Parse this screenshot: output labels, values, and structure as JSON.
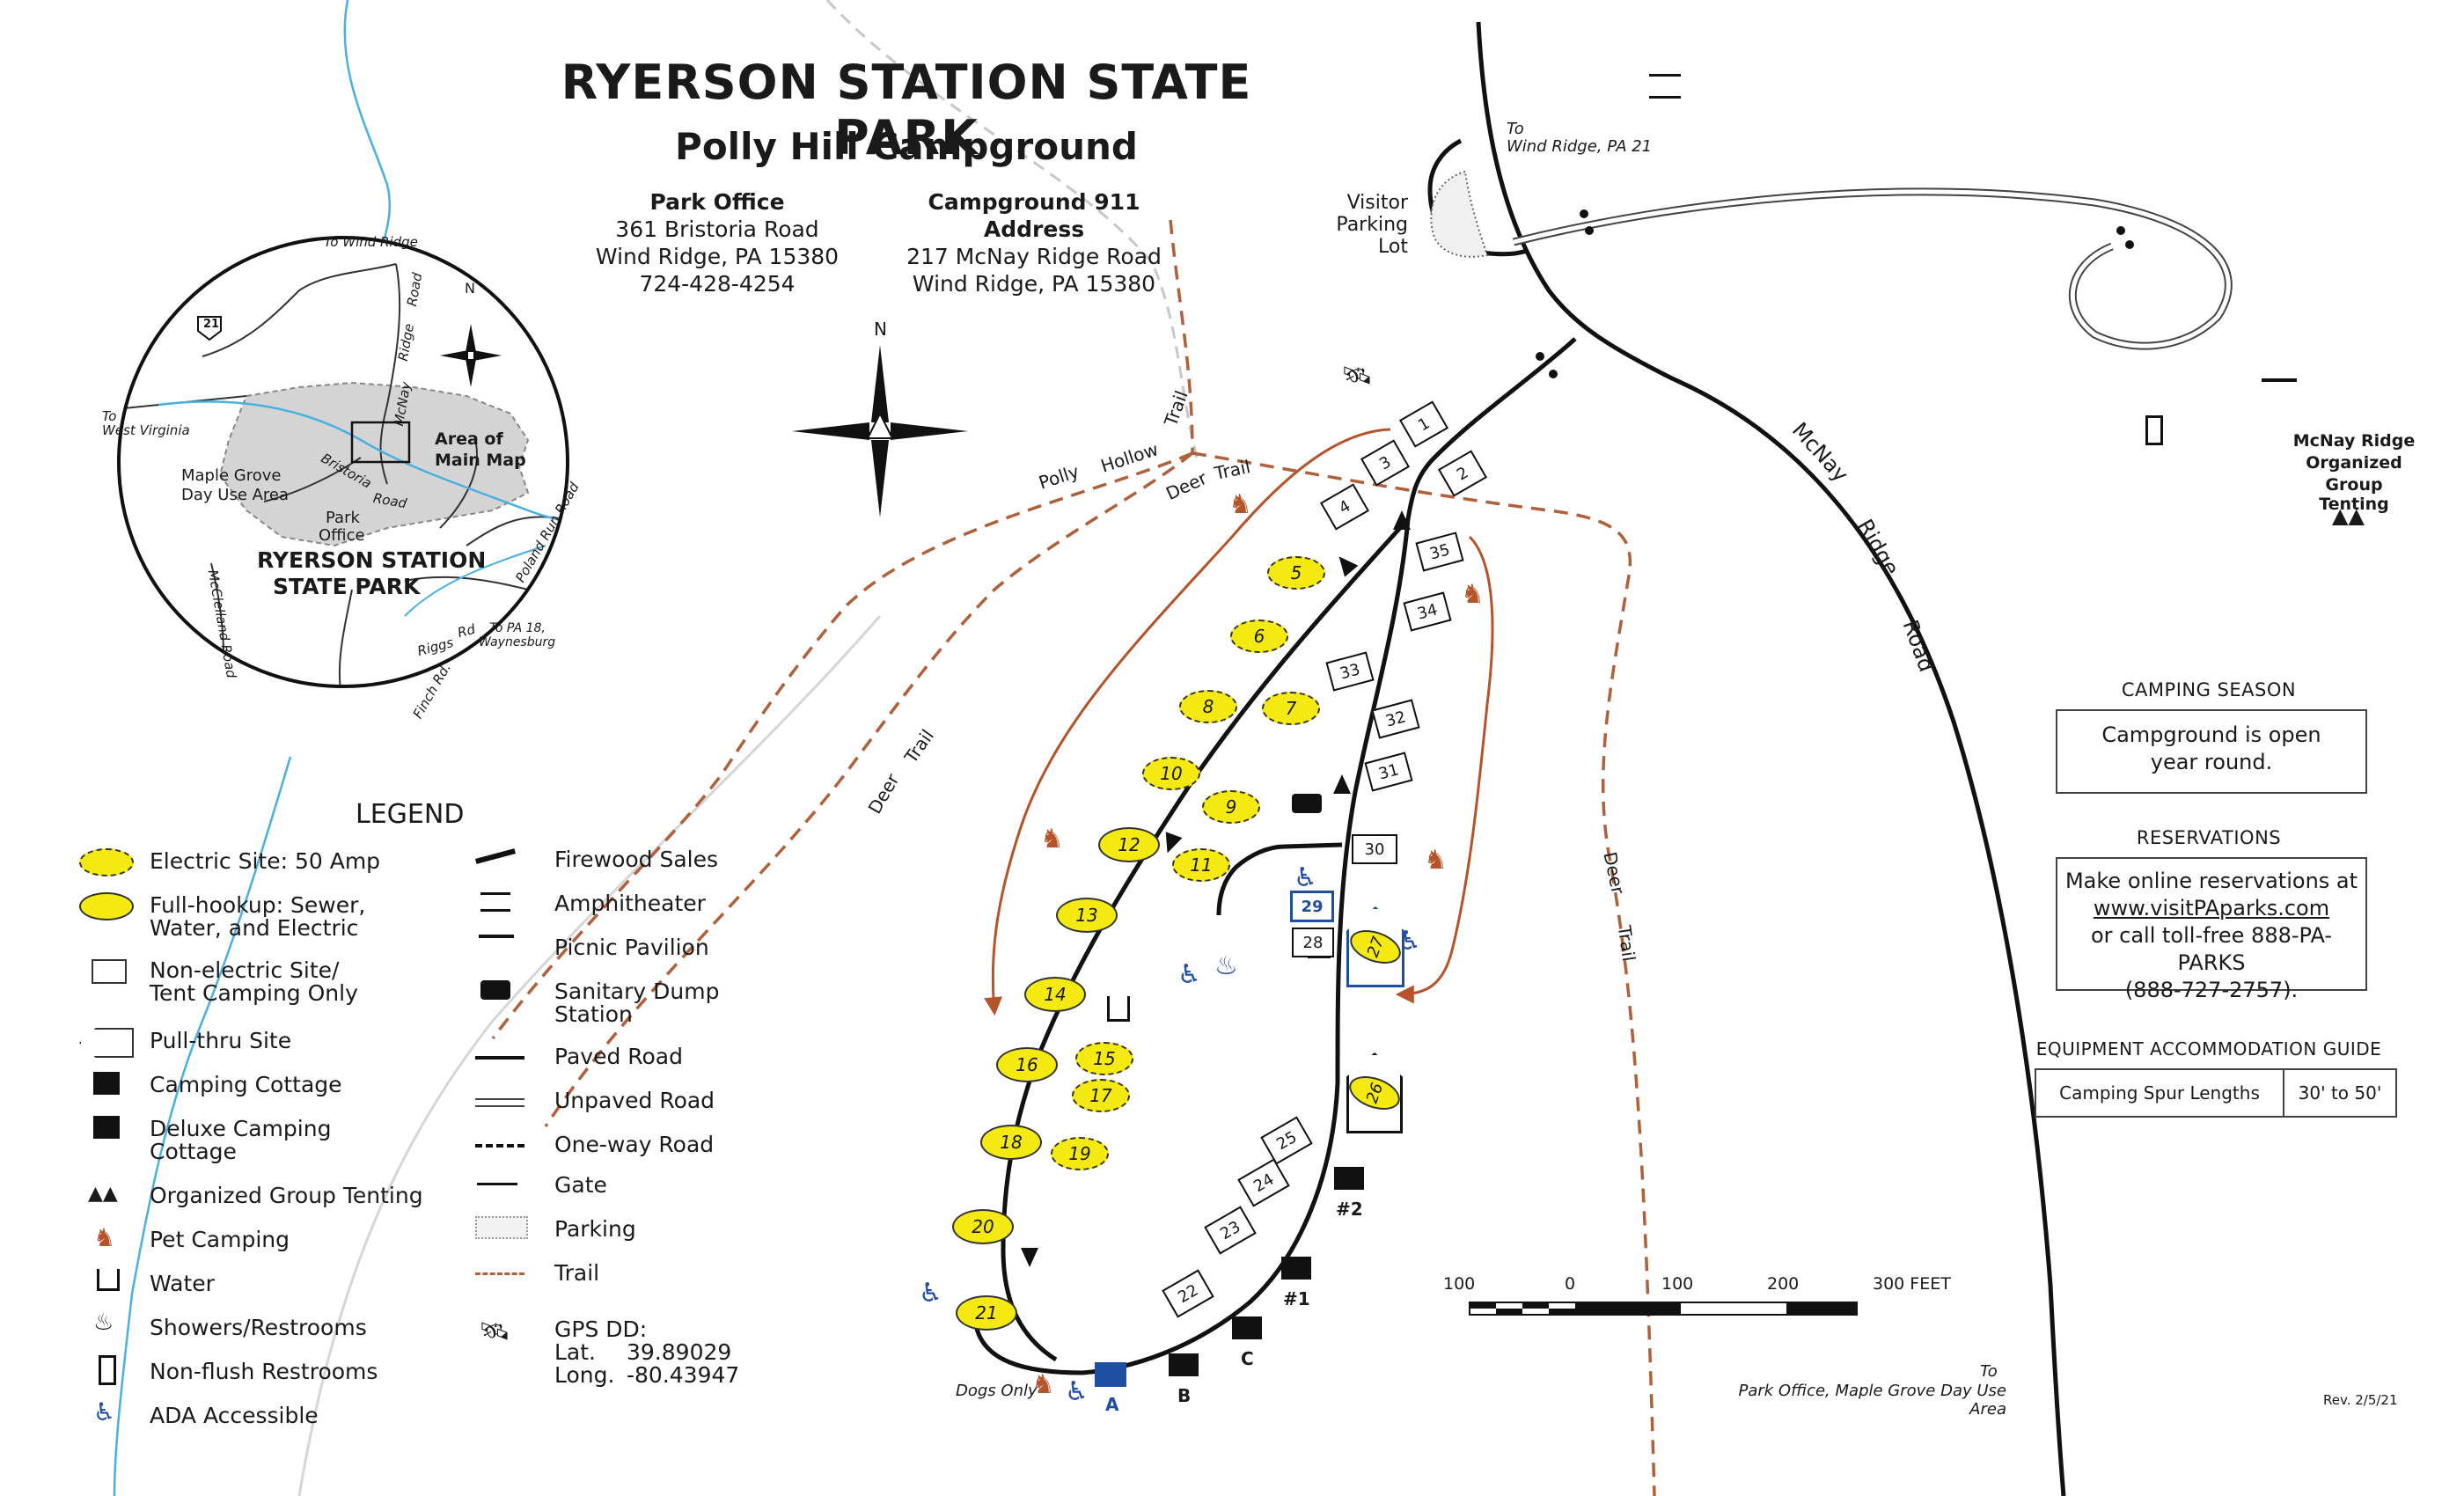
{
  "header": {
    "title": "RYERSON STATION STATE PARK",
    "subtitle": "Polly Hill Campground"
  },
  "park_office": {
    "heading": "Park Office",
    "line1": "361 Bristoria Road",
    "line2": "Wind Ridge, PA 15380",
    "phone": "724-428-4254"
  },
  "campground_address": {
    "heading": "Campground 911 Address",
    "line1": "217 McNay Ridge Road",
    "line2": "Wind Ridge, PA 15380"
  },
  "camping_season": {
    "heading": "CAMPING SEASON",
    "line1": "Campground is open",
    "line2": "year round."
  },
  "reservations": {
    "heading": "RESERVATIONS",
    "line1": "Make online reservations at",
    "link": "www.visitPAparks.com",
    "line2": "or call toll-free 888-PA-PARKS",
    "line3": "(888-727-2757)."
  },
  "equipment": {
    "heading": "EQUIPMENT ACCOMMODATION GUIDE",
    "label": "Camping Spur Lengths",
    "value": "30' to 50'"
  },
  "legend": {
    "title": "LEGEND",
    "col1": [
      {
        "icon": "electric-site-icon",
        "line1": "Electric Site: 50 Amp",
        "line2": ""
      },
      {
        "icon": "full-hookup-icon",
        "line1": "Full-hookup: Sewer,",
        "line2": "Water, and Electric"
      },
      {
        "icon": "non-electric-site-icon",
        "line1": "Non-electric Site/",
        "line2": "Tent Camping Only"
      },
      {
        "icon": "pull-thru-icon",
        "line1": "Pull-thru Site",
        "line2": ""
      },
      {
        "icon": "camping-cottage-icon",
        "line1": "Camping Cottage",
        "line2": ""
      },
      {
        "icon": "deluxe-cottage-icon",
        "line1": "Deluxe Camping",
        "line2": "Cottage"
      },
      {
        "icon": "group-tenting-icon",
        "line1": "Organized Group Tenting",
        "line2": ""
      },
      {
        "icon": "pet-camping-icon",
        "line1": "Pet Camping",
        "line2": ""
      },
      {
        "icon": "water-icon",
        "line1": "Water",
        "line2": ""
      },
      {
        "icon": "shower-icon",
        "line1": "Showers/Restrooms",
        "line2": ""
      },
      {
        "icon": "non-flush-restroom-icon",
        "line1": "Non-flush Restrooms",
        "line2": ""
      },
      {
        "icon": "ada-icon",
        "line1": "ADA Accessible",
        "line2": ""
      }
    ],
    "col2": [
      {
        "icon": "firewood-icon",
        "line1": "Firewood Sales",
        "line2": ""
      },
      {
        "icon": "amphitheater-icon",
        "line1": "Amphitheater",
        "line2": ""
      },
      {
        "icon": "picnic-pavilion-icon",
        "line1": "Picnic Pavilion",
        "line2": ""
      },
      {
        "icon": "dump-station-icon",
        "line1": "Sanitary Dump",
        "line2": "Station"
      },
      {
        "icon": "paved-road-icon",
        "line1": "Paved Road",
        "line2": ""
      },
      {
        "icon": "unpaved-road-icon",
        "line1": "Unpaved Road",
        "line2": ""
      },
      {
        "icon": "one-way-road-icon",
        "line1": "One-way Road",
        "line2": ""
      },
      {
        "icon": "gate-icon",
        "line1": "Gate",
        "line2": ""
      },
      {
        "icon": "parking-icon",
        "line1": "Parking",
        "line2": ""
      },
      {
        "icon": "trail-icon",
        "line1": "Trail",
        "line2": ""
      }
    ],
    "gps": {
      "label": "GPS DD:",
      "lat_label": "Lat.",
      "lat": "39.89029",
      "long_label": "Long.",
      "long": "-80.43947"
    }
  },
  "inset": {
    "to_wind_ridge": "To Wind Ridge",
    "to_west_virginia_1": "To",
    "to_west_virginia_2": "West Virginia",
    "maple_grove_1": "Maple Grove",
    "maple_grove_2": "Day Use Area",
    "park_office_1": "Park",
    "park_office_2": "Office",
    "area_main_1": "Area of",
    "area_main_2": "Main Map",
    "park_name_1": "RYERSON STATION",
    "park_name_2": "STATE PARK",
    "route": "21",
    "north": "N",
    "mcnay": "McNay",
    "ridge": "Ridge",
    "road_mcnay": "Road",
    "bristoria": "Bristoria",
    "road_bristoria": "Road",
    "poland_run": "Poland Run Road",
    "mcclelland": "McClelland Road",
    "riggs": "Riggs",
    "rd_riggs": "Rd",
    "finch": "Finch Rd.",
    "to_pa18_1": "To PA 18,",
    "to_pa18_2": "Waynesburg"
  },
  "map": {
    "north": "N",
    "to_wind_ridge_1": "To",
    "to_wind_ridge_2": "Wind Ridge, PA 21",
    "visitor_1": "Visitor",
    "visitor_2": "Parking",
    "visitor_3": "Lot",
    "group_tenting_1": "McNay Ridge",
    "group_tenting_2": "Organized",
    "group_tenting_3": "Group Tenting",
    "mcnay_1": "McNay",
    "mcnay_2": "Ridge",
    "mcnay_3": "Road",
    "polly": "Polly",
    "hollow": "Hollow",
    "trail_polly": "Trail",
    "deer_a": "Deer",
    "trail_a": "Trail",
    "deer_b": "Deer",
    "trail_b": "Trail",
    "deer_c": "Deer",
    "trail_c": "Trail",
    "to_office_1": "To",
    "to_office_2": "Park Office, Maple Grove Day Use Area",
    "dogs_only": "Dogs Only",
    "revision": "Rev. 2/5/21",
    "cottage_a": "A",
    "cottage_b": "B",
    "cottage_c": "C",
    "cottage_1": "#1",
    "cottage_2": "#2"
  },
  "scale": {
    "t0": "100",
    "t1": "0",
    "t2": "100",
    "t3": "200",
    "t4": "300 FEET"
  },
  "sites": {
    "electric": [
      {
        "n": "5"
      },
      {
        "n": "6"
      },
      {
        "n": "7"
      },
      {
        "n": "8"
      },
      {
        "n": "9"
      },
      {
        "n": "10"
      },
      {
        "n": "11"
      },
      {
        "n": "15"
      },
      {
        "n": "17"
      },
      {
        "n": "19"
      }
    ],
    "full_hookup": [
      {
        "n": "12"
      },
      {
        "n": "13"
      },
      {
        "n": "14"
      },
      {
        "n": "16"
      },
      {
        "n": "18"
      },
      {
        "n": "20"
      },
      {
        "n": "21"
      }
    ],
    "non_electric": [
      {
        "n": "1"
      },
      {
        "n": "2"
      },
      {
        "n": "3"
      },
      {
        "n": "4"
      },
      {
        "n": "22"
      },
      {
        "n": "23"
      },
      {
        "n": "24"
      },
      {
        "n": "25"
      },
      {
        "n": "28"
      },
      {
        "n": "30"
      },
      {
        "n": "31"
      },
      {
        "n": "32"
      },
      {
        "n": "33"
      },
      {
        "n": "34"
      },
      {
        "n": "35"
      }
    ],
    "ada_site": "29",
    "pull_thru": [
      {
        "n": "26"
      },
      {
        "n": "27"
      }
    ]
  },
  "colors": {
    "trail": "#b0603a",
    "pet_trail": "#b5532a",
    "electric": "#f4ea12",
    "ada": "#1f4fa0",
    "inset_gray": "#d4d4d4",
    "stream": "#4ab0e0"
  }
}
